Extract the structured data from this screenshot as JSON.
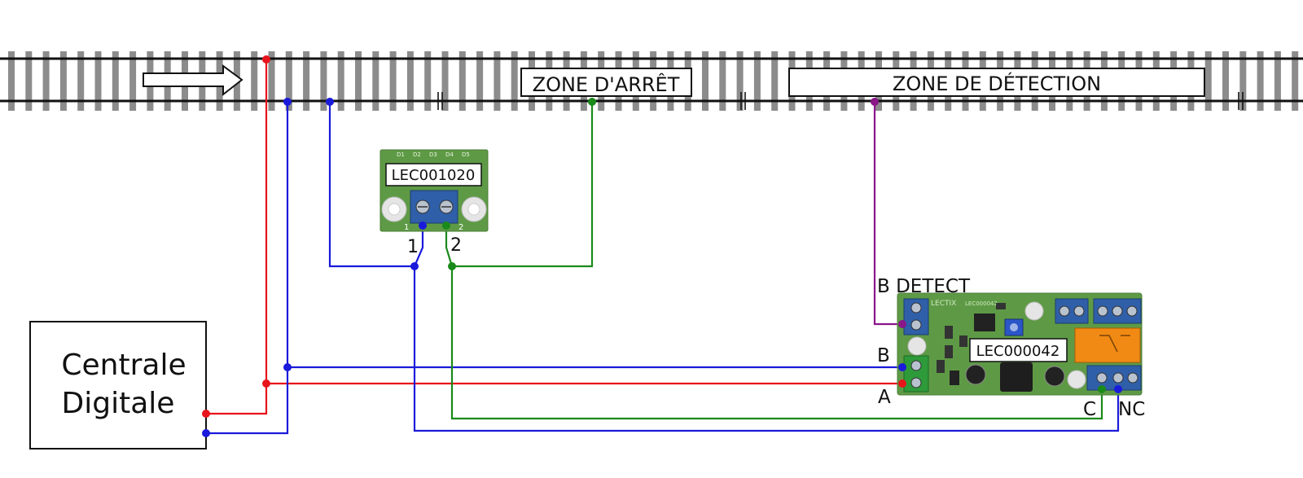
{
  "track": {
    "direction": "right",
    "zones": [
      {
        "name": "zone-arret",
        "label": "ZONE D'ARRÊT"
      },
      {
        "name": "zone-detection",
        "label": "ZONE DE DÉTECTION"
      }
    ]
  },
  "central": {
    "label_line1": "Centrale",
    "label_line2": "Digitale"
  },
  "module_small": {
    "ref": "LEC001020",
    "silk": [
      "D1",
      "D2",
      "D3",
      "D4",
      "D5"
    ],
    "pin1": "1",
    "pin2": "2",
    "pad1": "1",
    "pad2": "2"
  },
  "module_large": {
    "ref": "LEC000042",
    "brand": "LECTIX",
    "silk_ref": "LEC000042",
    "label_detect": "B DETECT",
    "label_b": "B",
    "label_a": "A",
    "label_c": "C",
    "label_nc": "NC"
  },
  "colors": {
    "red": "#e8141b",
    "blue": "#1a1adb",
    "green": "#1a8a1a",
    "purple": "#8a168a",
    "rail": "#111111",
    "sleeper": "#8c8c8c",
    "pcb": "#5e9a45",
    "terminal": "#2f5fa8",
    "relay": "#f08a14"
  }
}
